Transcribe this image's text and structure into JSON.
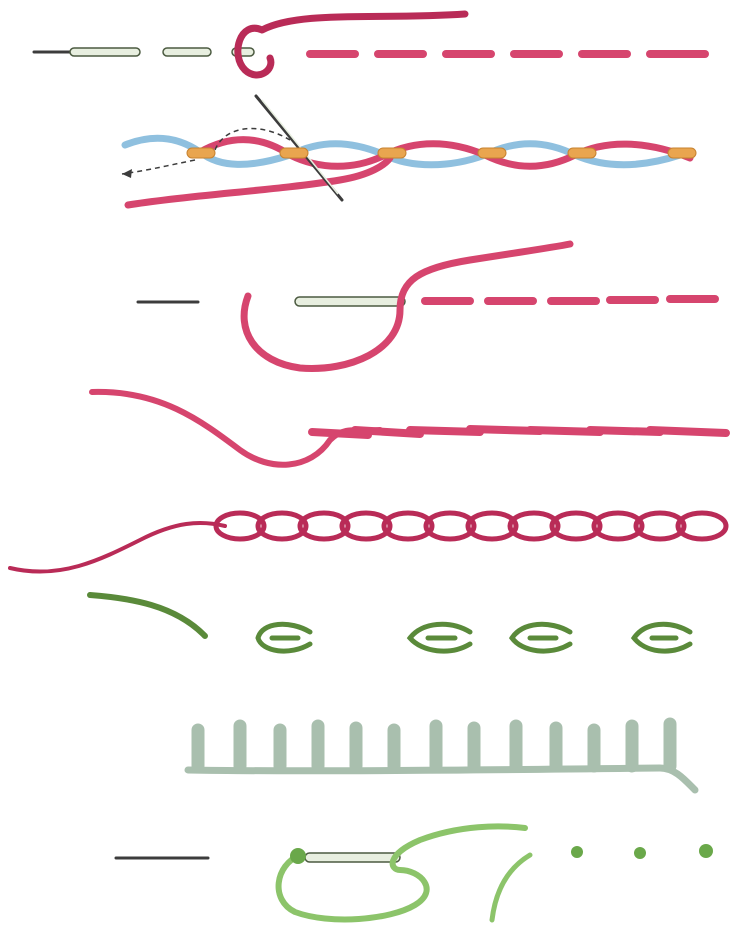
{
  "figure": {
    "rows": [
      {
        "id": "running-stitch",
        "thread_color": "#d6456e"
      },
      {
        "id": "whipped-running-stitch",
        "thread_colors": [
          "#d6456e",
          "#8fc0df",
          "#e9a54f"
        ]
      },
      {
        "id": "back-stitch",
        "thread_color": "#d6456e"
      },
      {
        "id": "stem-stitch",
        "thread_color": "#d6456e"
      },
      {
        "id": "chain-stitch",
        "thread_color": "#c93c67"
      },
      {
        "id": "fly-stitch",
        "thread_color": "#5a8a3a"
      },
      {
        "id": "blanket-stitch",
        "thread_color": "#a9bfae"
      },
      {
        "id": "french-knot",
        "thread_color": "#8cc46a"
      }
    ]
  }
}
